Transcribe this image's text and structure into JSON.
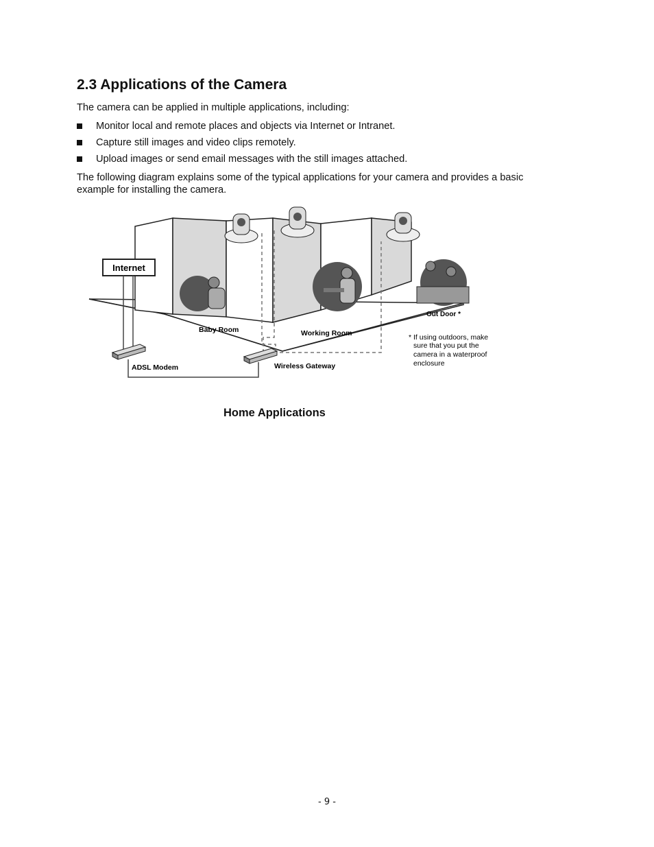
{
  "section": {
    "title": "2.3  Applications of the Camera",
    "intro": "The camera can be applied in multiple applications, including:",
    "bullets": [
      "Monitor local and remote places and objects via Internet or Intranet.",
      "Capture still images and video clips remotely.",
      "Upload images or send email messages with the still images attached."
    ],
    "diagram_text_line1": "The following diagram explains some of the typical applications for your camera and provides a basic",
    "diagram_text_line2": "example for installing the camera."
  },
  "diagram": {
    "internet": "Internet",
    "baby_room": "Baby Room",
    "working_room": "Working Room",
    "out_door": "Out Door *",
    "adsl_modem": "ADSL Modem",
    "wireless_gateway": "Wireless Gateway",
    "note_line1": "* If using outdoors, make",
    "note_line2": "sure that you put the",
    "note_line3": "camera in a waterproof",
    "note_line4": "enclosure",
    "caption": "Home Applications"
  },
  "footer": {
    "page_number": "- 9 -"
  }
}
